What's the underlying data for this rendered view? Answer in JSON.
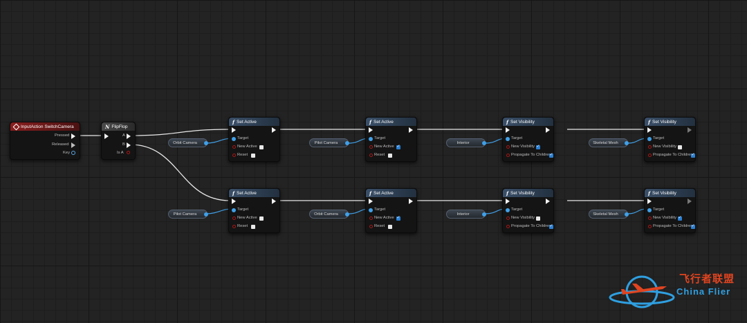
{
  "graph": {
    "event": {
      "title": "InputAction SwitchCamera",
      "pins": [
        "Pressed",
        "Released",
        "Key"
      ]
    },
    "flipflop": {
      "title": "FlipFlop",
      "pins": [
        "A",
        "B",
        "Is A"
      ]
    },
    "nodes": [
      {
        "title": "Set Active",
        "pins": [
          "Target",
          "New Active",
          "Reset"
        ],
        "input": "Orbit Camera",
        "checks": [
          false,
          false
        ]
      },
      {
        "title": "Set Active",
        "pins": [
          "Target",
          "New Active",
          "Reset"
        ],
        "input": "Pilot Camera",
        "checks": [
          true,
          false
        ]
      },
      {
        "title": "Set Visibility",
        "pins": [
          "Target",
          "New Visibility",
          "Propagate To Children"
        ],
        "input": "Interior",
        "checks": [
          true,
          true
        ]
      },
      {
        "title": "Set Visibility",
        "pins": [
          "Target",
          "New Visibility",
          "Propagate To Children"
        ],
        "input": "Skeletal Mesh",
        "checks": [
          false,
          true
        ]
      },
      {
        "title": "Set Active",
        "pins": [
          "Target",
          "New Active",
          "Reset"
        ],
        "input": "Pilot Camera",
        "checks": [
          false,
          false
        ]
      },
      {
        "title": "Set Active",
        "pins": [
          "Target",
          "New Active",
          "Reset"
        ],
        "input": "Orbit Camera",
        "checks": [
          true,
          false
        ]
      },
      {
        "title": "Set Visibility",
        "pins": [
          "Target",
          "New Visibility",
          "Propagate To Children"
        ],
        "input": "Interior",
        "checks": [
          false,
          true
        ]
      },
      {
        "title": "Set Visibility",
        "pins": [
          "Target",
          "New Visibility",
          "Propagate To Children"
        ],
        "input": "Skeletal Mesh",
        "checks": [
          true,
          true
        ]
      }
    ]
  },
  "watermark": {
    "cn": "飞行者联盟",
    "en": "China Flier"
  },
  "colors": {
    "exec": "#f2f2f2",
    "object": "#40a0e8",
    "bool": "#a81818",
    "fn_header": "#3a4f68",
    "event_header": "#8a1e1e"
  }
}
